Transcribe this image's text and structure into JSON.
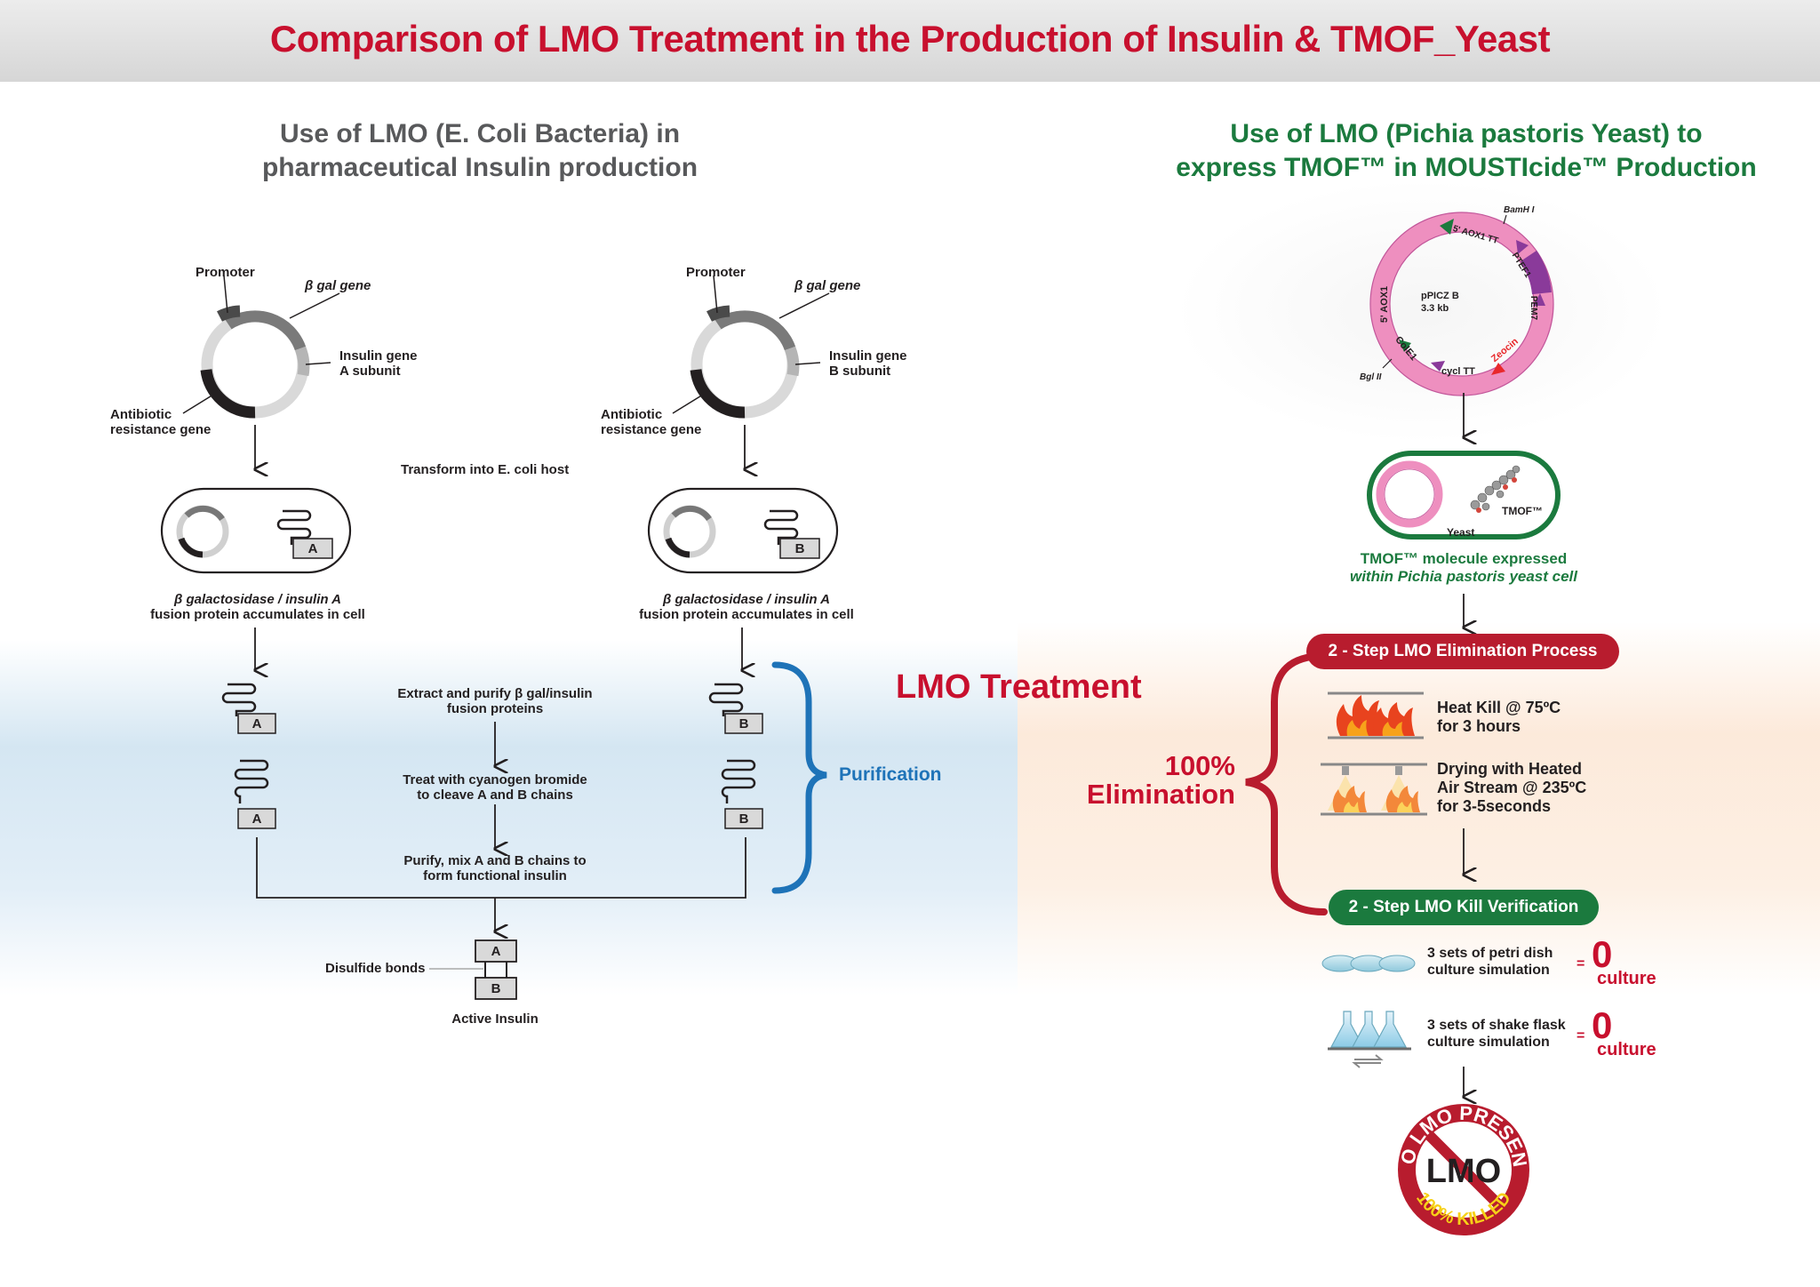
{
  "title": "Comparison of LMO Treatment in the Production of Insulin & TMOF_Yeast",
  "left": {
    "heading_line1": "Use of LMO (E. Coli Bacteria) in",
    "heading_line2": "pharmaceutical Insulin production",
    "plasmid_a": {
      "promoter": "Promoter",
      "gene": "β gal gene",
      "insulin_line1": "Insulin gene",
      "insulin_line2": "A subunit",
      "resist_line1": "Antibiotic",
      "resist_line2": "resistance gene"
    },
    "plasmid_b": {
      "promoter": "Promoter",
      "gene": "β gal gene",
      "insulin_line1": "Insulin gene",
      "insulin_line2": "B subunit",
      "resist_line1": "Antibiotic",
      "resist_line2": "resistance gene"
    },
    "transform": "Transform into E. coli host",
    "cell_a_caption1": "β galactosidase / insulin A",
    "cell_a_caption2": "fusion protein accumulates in cell",
    "cell_b_caption1": "β galactosidase / insulin A",
    "cell_b_caption2": "fusion protein accumulates in cell",
    "label_a": "A",
    "label_b": "B",
    "step1_line1": "Extract and purify β gal/insulin",
    "step1_line2": "fusion proteins",
    "step2_line1": "Treat with cyanogen bromide",
    "step2_line2": "to cleave A and B chains",
    "step3_line1": "Purify, mix A and B chains to",
    "step3_line2": "form functional insulin",
    "purification": "Purification",
    "disulfide": "Disulfide bonds",
    "active_insulin": "Active Insulin"
  },
  "center": {
    "lmo_treatment": "LMO Treatment",
    "elim_line1": "100%",
    "elim_line2": "Elimination"
  },
  "right": {
    "heading_line1": "Use of LMO (Pichia pastoris Yeast) to",
    "heading_line2": "express TMOF™ in MOUSTIcide™ Production",
    "plasmid": {
      "name": "pPICZ B",
      "size": "3.3 kb",
      "bamhi": "BamH I",
      "bglii": "Bgl II",
      "aox1tt": "5' AOX1 TT",
      "ptef1": "PTEF1",
      "pem7": "PEM7",
      "zeocin": "Zeocin",
      "cycltt": "cycl TT",
      "cole1": "ColE1",
      "aox1": "5' AOX1"
    },
    "yeast_label": "Yeast",
    "tmof_label": "TMOF™",
    "tmof_caption1": "TMOF™ molecule expressed",
    "tmof_caption2": "within Pichia pastoris yeast cell",
    "elimination_pill": "2 - Step LMO Elimination Process",
    "heat_line1": "Heat Kill @ 75ºC",
    "heat_line2": "for 3 hours",
    "dry_line1": "Drying with Heated",
    "dry_line2": "Air Stream @ 235ºC",
    "dry_line3": "for 3-5seconds",
    "verification_pill": "2 - Step LMO Kill Verification",
    "petri_line1": "3 sets of petri dish",
    "petri_line2": "culture simulation",
    "flask_line1": "3 sets of shake flask",
    "flask_line2": "culture simulation",
    "eq": "=",
    "zero": "0",
    "culture": "culture",
    "badge_top": "NO LMO PRESENT",
    "badge_center": "LMO",
    "badge_bottom": "100% KILLED"
  },
  "colors": {
    "red": "#c8102e",
    "green": "#1b7a3e",
    "blue": "#1e73b8",
    "gray": "#58595b",
    "pink": "#ee8fbf"
  }
}
